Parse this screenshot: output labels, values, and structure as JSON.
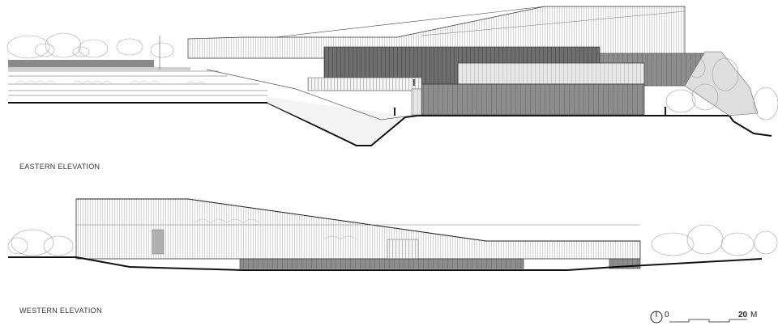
{
  "labels": {
    "eastern": "EASTERN ELEVATION",
    "western": "WESTERN ELEVATION"
  },
  "scale": {
    "start": "0",
    "end": "20",
    "unit": "M"
  },
  "colors": {
    "line": "#1a1a1a",
    "glass": "#bcbcbc",
    "cladding_dark": "#6b6b6b",
    "cladding_mid": "#8f8f8f",
    "cladding_light": "#d6d6d6",
    "tree": "#9a9a9a"
  }
}
